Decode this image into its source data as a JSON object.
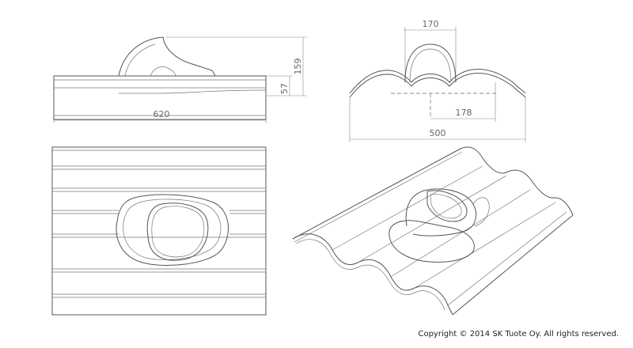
{
  "dimensions": {
    "side_length": "620",
    "side_height_total": "159",
    "side_height_base": "57",
    "front_top_width": "170",
    "front_offset": "178",
    "front_total_width": "500"
  },
  "copyright": "Copyright © 2014 SK Tuote Oy. All rights reserved."
}
